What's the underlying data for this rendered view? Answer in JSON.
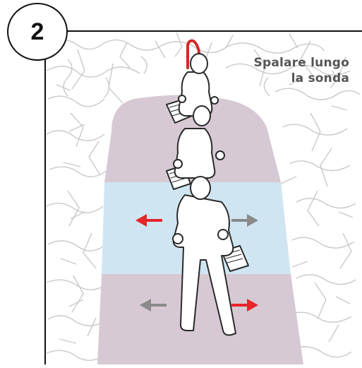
{
  "step": {
    "number": "2"
  },
  "caption": {
    "line1": "Spalare lungo",
    "line2": "la sonda"
  },
  "colors": {
    "probe": "#d62828",
    "arrow_red": "#e8242b",
    "arrow_grey": "#8a8a8a",
    "zone_top": "#d7c9d3",
    "zone_middle": "#cfe6f2",
    "zone_bottom": "#d7c9d3",
    "snow_lines": "#c9c9c9",
    "figure_outline": "#2a2a2a"
  },
  "icons": {
    "probe": "probe-icon",
    "shovelers": "shoveler-figure",
    "arrows": [
      "arrow-left-red",
      "arrow-right-grey",
      "arrow-left-grey",
      "arrow-right-red"
    ]
  }
}
